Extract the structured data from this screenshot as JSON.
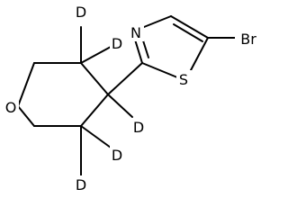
{
  "molecule": {
    "atoms": {
      "o_ring": "O",
      "n_thiazole": "N",
      "s_thiazole": "S",
      "br": "Br",
      "d1": "D",
      "d2": "D",
      "d3": "D",
      "d4": "D",
      "d5": "D"
    }
  }
}
